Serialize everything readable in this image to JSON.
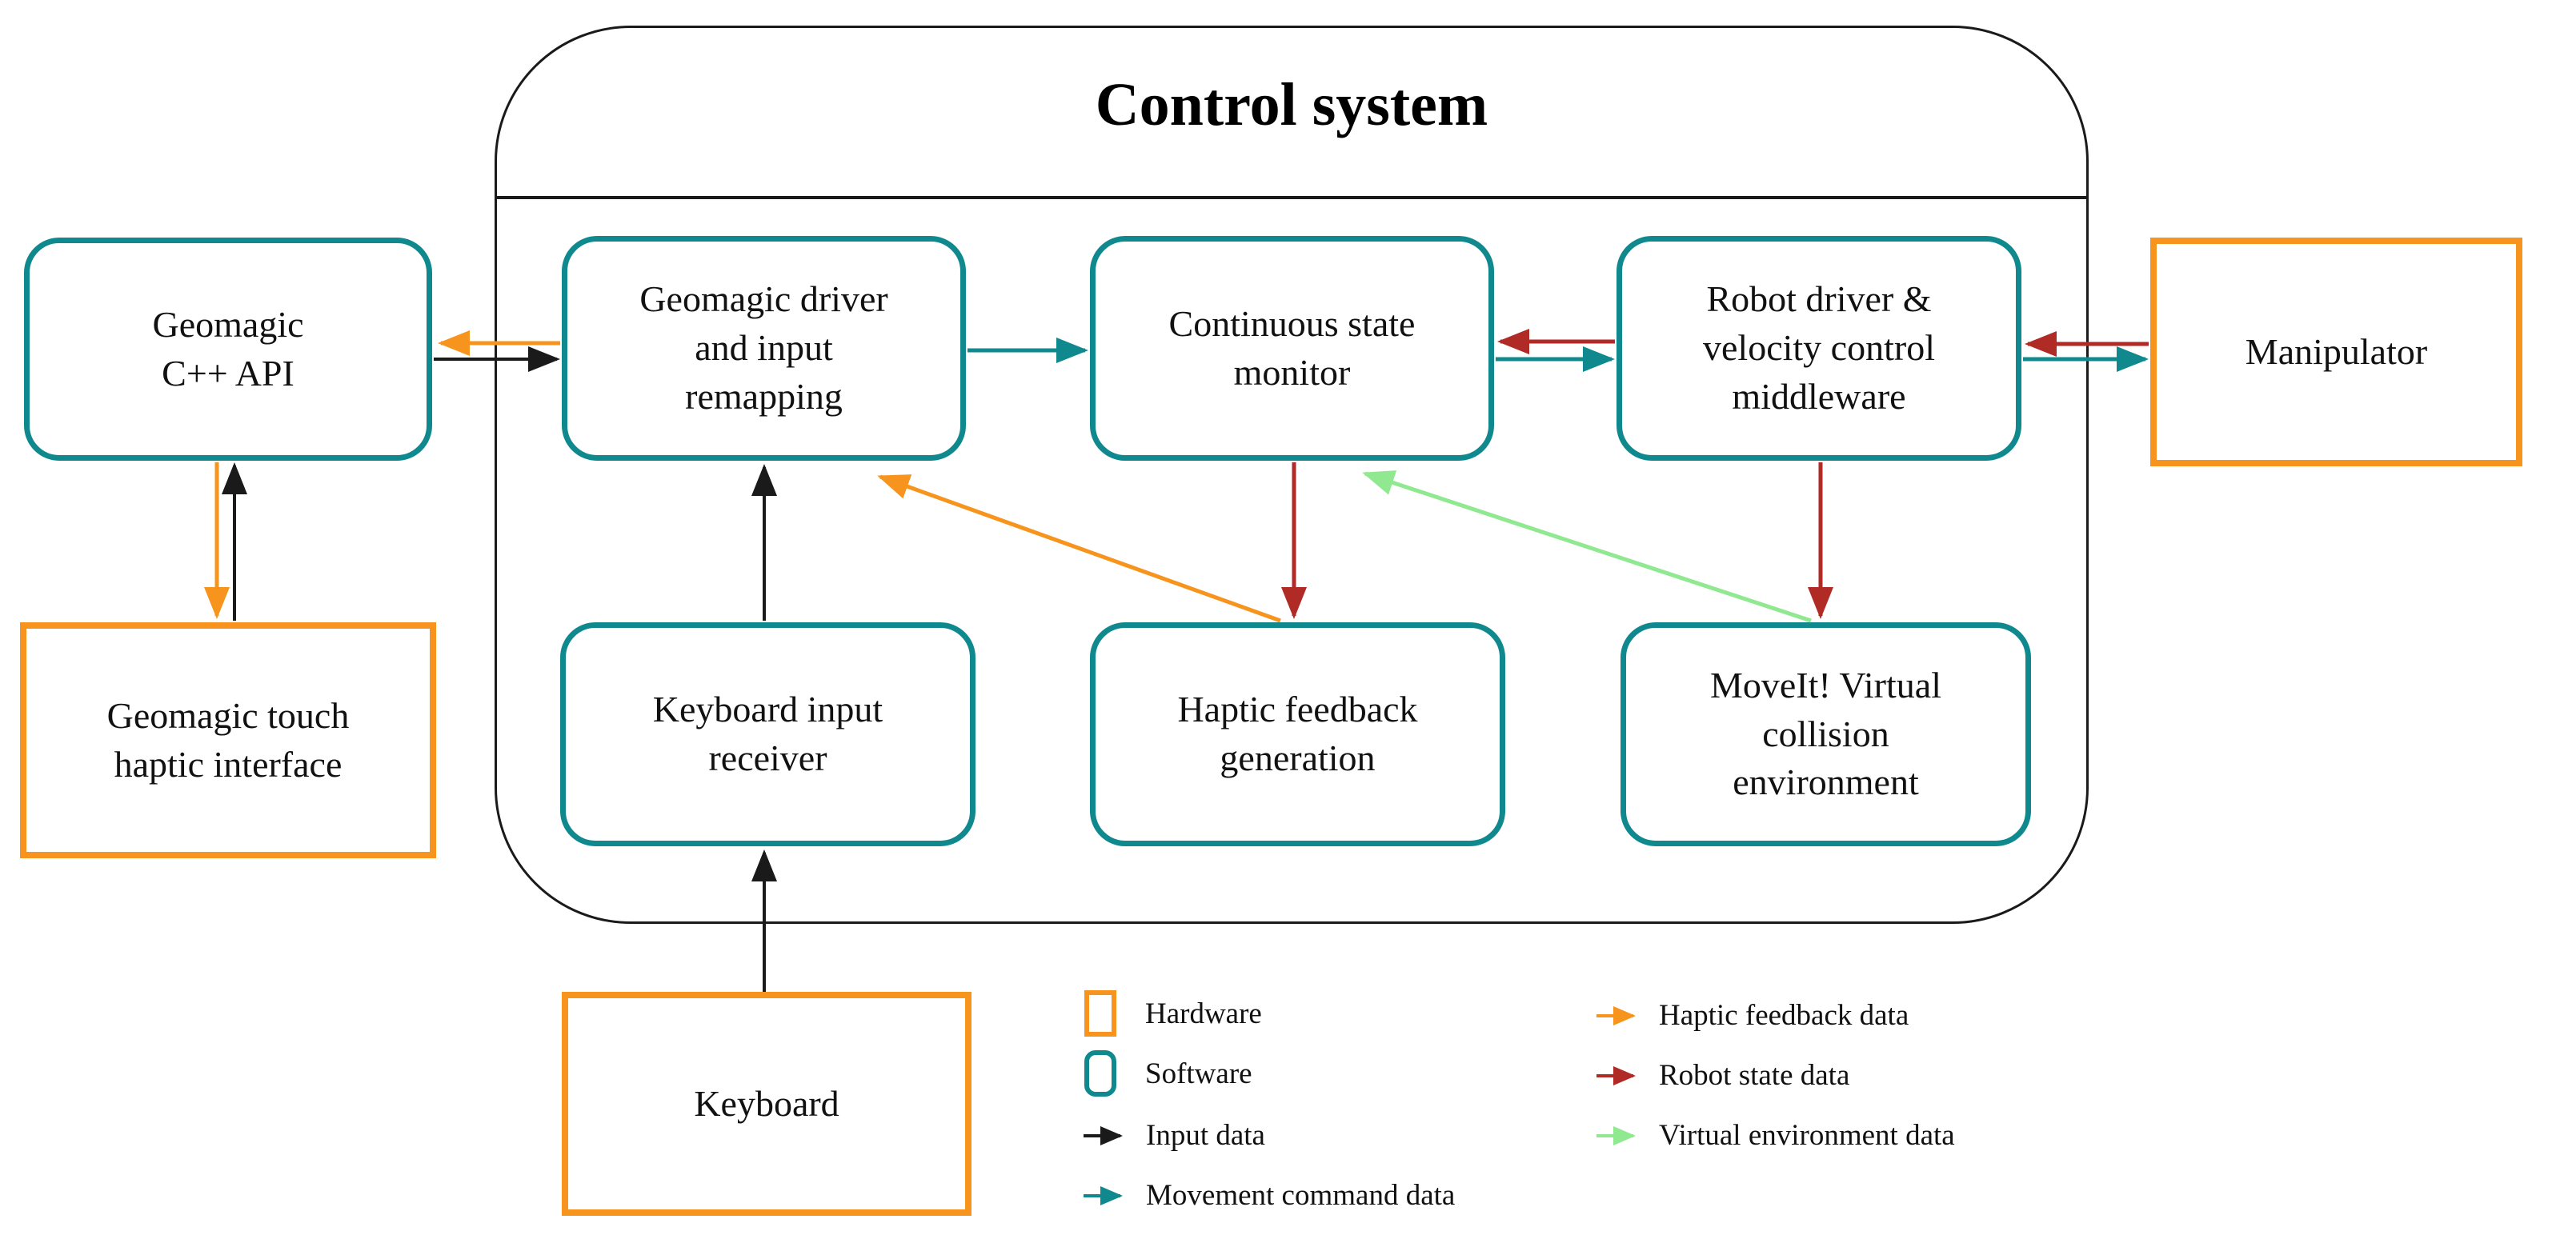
{
  "title": "Control system",
  "nodes": {
    "geomagic_api": {
      "label": "Geomagic\nC++ API",
      "type": "software"
    },
    "geomagic_touch": {
      "label": "Geomagic touch\nhaptic interface",
      "type": "hardware"
    },
    "geomagic_driver": {
      "label": "Geomagic driver\nand input\nremapping",
      "type": "software"
    },
    "state_monitor": {
      "label": "Continuous state\nmonitor",
      "type": "software"
    },
    "robot_driver": {
      "label": "Robot driver &\nvelocity control\nmiddleware",
      "type": "software"
    },
    "manipulator": {
      "label": "Manipulator",
      "type": "hardware"
    },
    "keyboard_receiver": {
      "label": "Keyboard input\nreceiver",
      "type": "software"
    },
    "haptic_generation": {
      "label": "Haptic feedback\ngeneration",
      "type": "software"
    },
    "moveit": {
      "label": "MoveIt! Virtual\ncollision\nenvironment",
      "type": "software"
    },
    "keyboard": {
      "label": "Keyboard",
      "type": "hardware"
    }
  },
  "edges": [
    {
      "from": "geomagic_driver",
      "to": "geomagic_api",
      "type": "haptic_feedback_data"
    },
    {
      "from": "geomagic_api",
      "to": "geomagic_driver",
      "type": "input_data"
    },
    {
      "from": "geomagic_api",
      "to": "geomagic_touch",
      "type": "haptic_feedback_data"
    },
    {
      "from": "geomagic_touch",
      "to": "geomagic_api",
      "type": "input_data"
    },
    {
      "from": "geomagic_driver",
      "to": "state_monitor",
      "type": "movement_command_data"
    },
    {
      "from": "robot_driver",
      "to": "state_monitor",
      "type": "robot_state_data"
    },
    {
      "from": "state_monitor",
      "to": "robot_driver",
      "type": "movement_command_data"
    },
    {
      "from": "manipulator",
      "to": "robot_driver",
      "type": "robot_state_data"
    },
    {
      "from": "robot_driver",
      "to": "manipulator",
      "type": "movement_command_data"
    },
    {
      "from": "keyboard",
      "to": "keyboard_receiver",
      "type": "input_data"
    },
    {
      "from": "keyboard_receiver",
      "to": "geomagic_driver",
      "type": "input_data"
    },
    {
      "from": "state_monitor",
      "to": "haptic_generation",
      "type": "robot_state_data"
    },
    {
      "from": "robot_driver",
      "to": "moveit",
      "type": "robot_state_data"
    },
    {
      "from": "haptic_generation",
      "to": "geomagic_driver",
      "type": "haptic_feedback_data"
    },
    {
      "from": "moveit",
      "to": "state_monitor",
      "type": "virtual_environment_data"
    }
  ],
  "legend": {
    "hardware_label": "Hardware",
    "software_label": "Software",
    "input_data_label": "Input data",
    "movement_command_label": "Movement command data",
    "haptic_feedback_label": "Haptic feedback data",
    "robot_state_label": "Robot state data",
    "virtual_environment_label": "Virtual environment data"
  },
  "colors": {
    "software_border": "#0f898e",
    "hardware_border": "#f7941d",
    "input_data": "#1a1a1a",
    "movement_command_data": "#0f898e",
    "haptic_feedback_data": "#f7941d",
    "robot_state_data": "#b02a26",
    "virtual_environment_data": "#90e890",
    "container_border": "#1a1a1a",
    "text": "#111111"
  }
}
